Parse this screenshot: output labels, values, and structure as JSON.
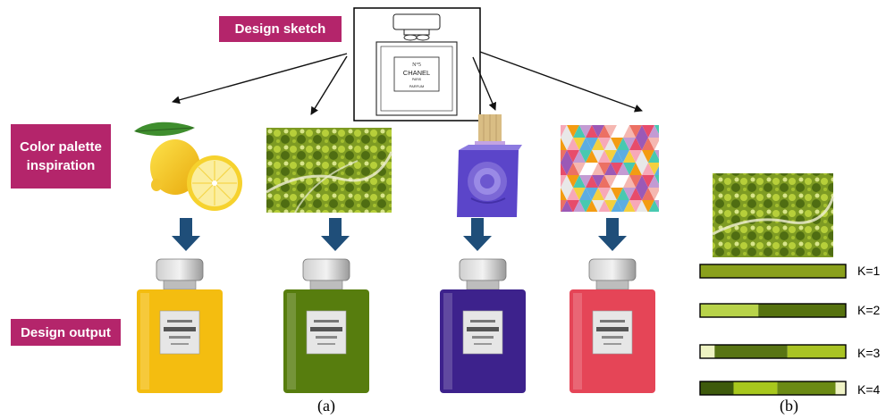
{
  "labels": {
    "design_sketch": "Design sketch",
    "color_palette": "Color palette inspiration",
    "design_output": "Design output"
  },
  "captions": {
    "a": "(a)",
    "b": "(b)"
  },
  "sketch_bottle_text": {
    "number": "N°5",
    "brand": "CHANEL",
    "city": "PARIS",
    "type": "PARFUM"
  },
  "palette_bars": [
    {
      "label": "K=1",
      "colors": [
        "#8aa01c"
      ],
      "shares": [
        1.0
      ]
    },
    {
      "label": "K=2",
      "colors": [
        "#b8d34a",
        "#56720f"
      ],
      "shares": [
        0.4,
        0.6
      ]
    },
    {
      "label": "K=3",
      "colors": [
        "#eef3c2",
        "#587414",
        "#a9c324"
      ],
      "shares": [
        0.1,
        0.5,
        0.4
      ]
    },
    {
      "label": "K=4",
      "colors": [
        "#3e5a0c",
        "#a8c81d",
        "#6b8a14",
        "#f0f3c6"
      ],
      "shares": [
        0.23,
        0.3,
        0.4,
        0.07
      ]
    }
  ],
  "colors": {
    "tag_background": "#b4256b",
    "down_arrow": "#1f4e79",
    "output_yellow": "#f4bd10",
    "output_green": "#577d0e",
    "output_purple": "#3d228c",
    "output_red": "#e54557"
  },
  "inspirations": [
    "lemon-image",
    "leaves-image",
    "purple-rose-bottle-image",
    "triangle-pattern-image"
  ]
}
